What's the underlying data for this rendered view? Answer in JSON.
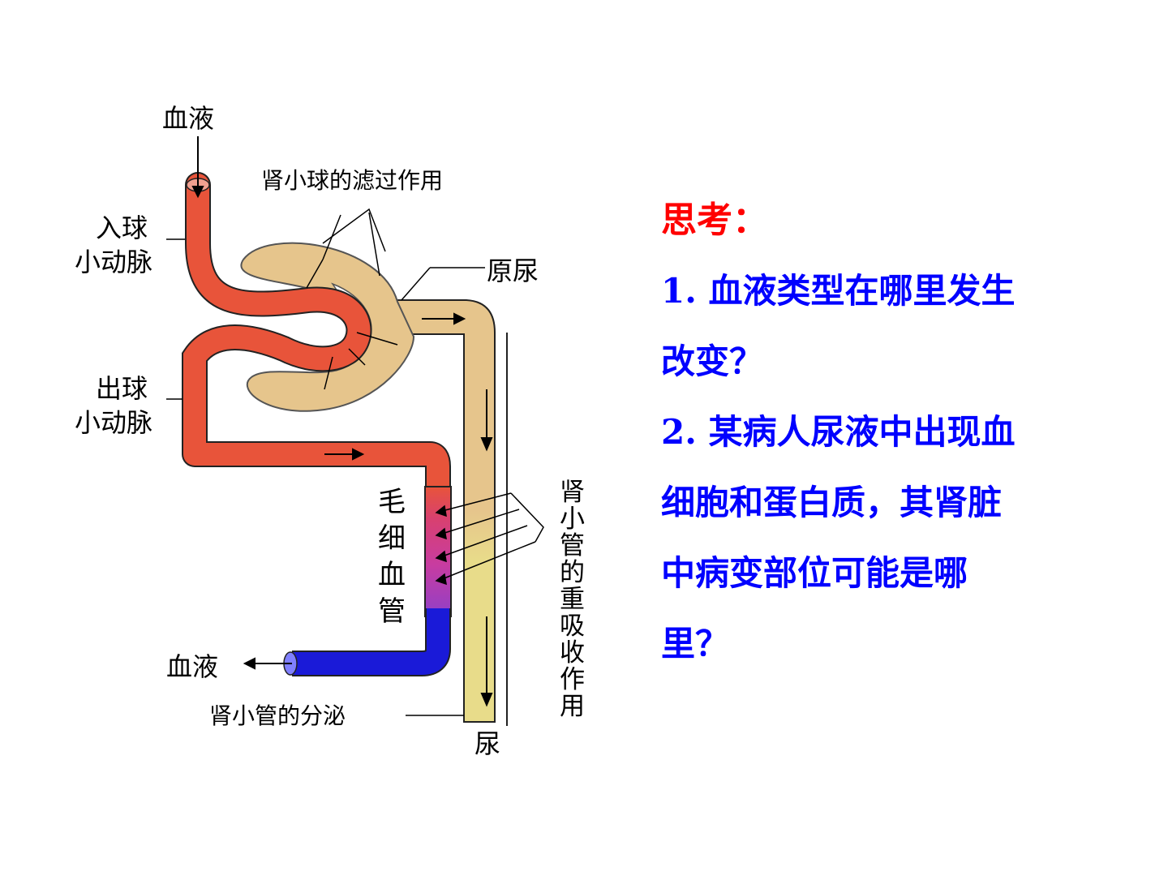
{
  "diagram": {
    "labels": {
      "blood_in": "血液",
      "afferent_line1": "入球",
      "afferent_line2": "小动脉",
      "efferent_line1": "出球",
      "efferent_line2": "小动脉",
      "filtration": "肾小球的滤过作用",
      "primary_urine": "原尿",
      "capillary": [
        "毛",
        "细",
        "血",
        "管"
      ],
      "reabsorption": [
        "肾",
        "小",
        "管",
        "的",
        "重",
        "吸",
        "收",
        "作",
        "用"
      ],
      "blood_out": "血液",
      "secretion": "肾小管的分泌",
      "urine": "尿"
    },
    "colors": {
      "artery_red": "#e8543a",
      "tubule_tan": "#e6c58c",
      "tubule_light": "#e8dc8a",
      "vein_blue": "#1a1ad8",
      "capillary_pink": "#c83ca0",
      "capillary_purple": "#9040c8"
    }
  },
  "questions": {
    "title": "思考：",
    "q1_line1": "1. 血液类型在哪里发生",
    "q1_line2": "改变？",
    "q2_line1": "2. 某病人尿液中出现血",
    "q2_line2": "细胞和蛋白质，其肾脏",
    "q2_line3": "中病变部位可能是哪",
    "q2_line4": "里？"
  }
}
